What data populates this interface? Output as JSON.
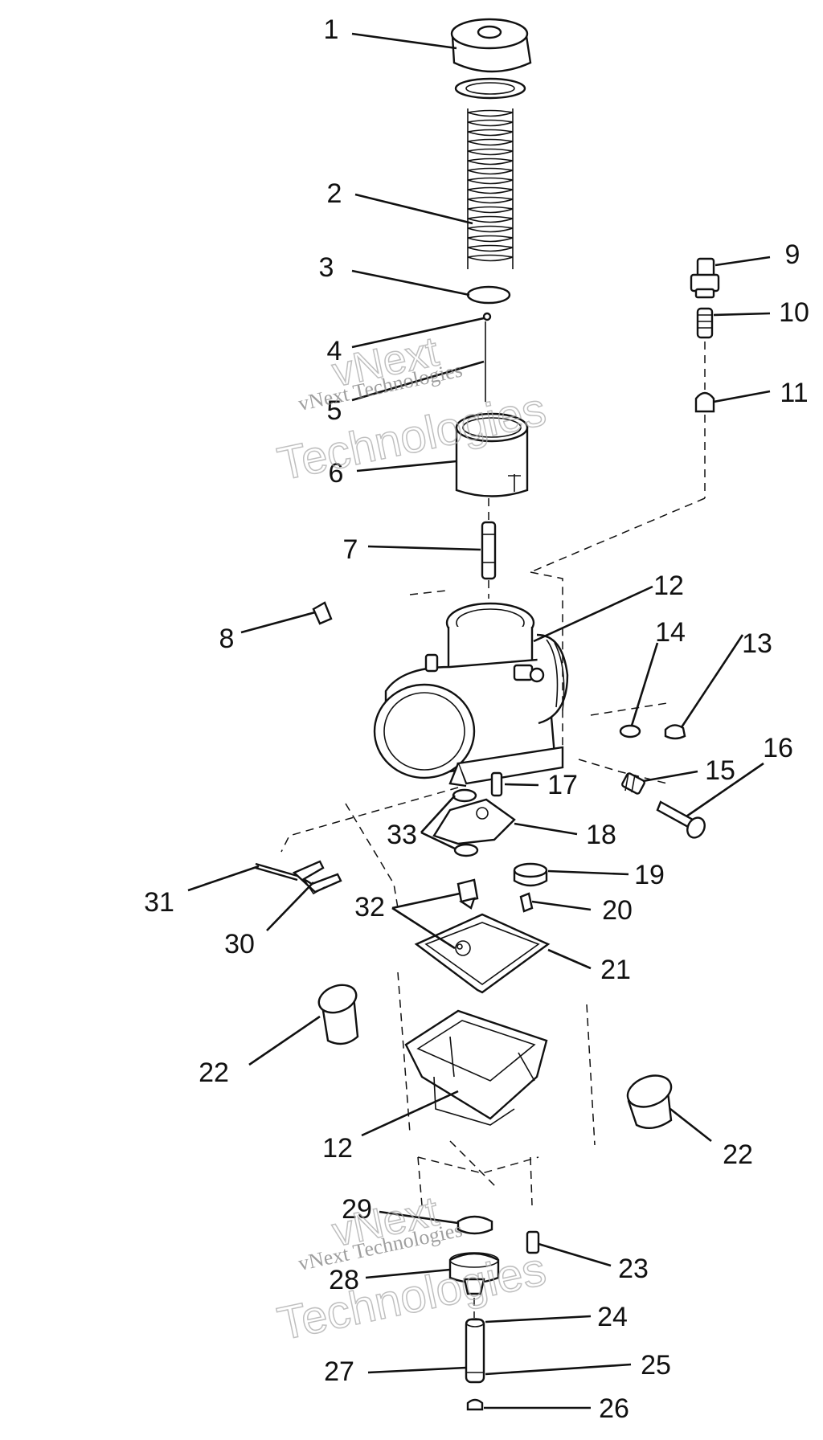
{
  "watermark": {
    "large_line1": "vNext",
    "large_line2": "Technologies",
    "small": "vNext Technologies"
  },
  "callouts": [
    {
      "id": "c1",
      "label": "1"
    },
    {
      "id": "c2",
      "label": "2"
    },
    {
      "id": "c3",
      "label": "3"
    },
    {
      "id": "c4",
      "label": "4"
    },
    {
      "id": "c5",
      "label": "5"
    },
    {
      "id": "c6",
      "label": "6"
    },
    {
      "id": "c7",
      "label": "7"
    },
    {
      "id": "c8",
      "label": "8"
    },
    {
      "id": "c9",
      "label": "9"
    },
    {
      "id": "c10",
      "label": "10"
    },
    {
      "id": "c11",
      "label": "11"
    },
    {
      "id": "c12a",
      "label": "12"
    },
    {
      "id": "c13",
      "label": "13"
    },
    {
      "id": "c14",
      "label": "14"
    },
    {
      "id": "c15",
      "label": "15"
    },
    {
      "id": "c16",
      "label": "16"
    },
    {
      "id": "c17",
      "label": "17"
    },
    {
      "id": "c18",
      "label": "18"
    },
    {
      "id": "c19",
      "label": "19"
    },
    {
      "id": "c20",
      "label": "20"
    },
    {
      "id": "c21",
      "label": "21"
    },
    {
      "id": "c22a",
      "label": "22"
    },
    {
      "id": "c22b",
      "label": "22"
    },
    {
      "id": "c12b",
      "label": "12"
    },
    {
      "id": "c23",
      "label": "23"
    },
    {
      "id": "c24",
      "label": "24"
    },
    {
      "id": "c25",
      "label": "25"
    },
    {
      "id": "c26",
      "label": "26"
    },
    {
      "id": "c27",
      "label": "27"
    },
    {
      "id": "c28",
      "label": "28"
    },
    {
      "id": "c29",
      "label": "29"
    },
    {
      "id": "c30",
      "label": "30"
    },
    {
      "id": "c31",
      "label": "31"
    },
    {
      "id": "c32",
      "label": "32"
    },
    {
      "id": "c33",
      "label": "33"
    }
  ]
}
